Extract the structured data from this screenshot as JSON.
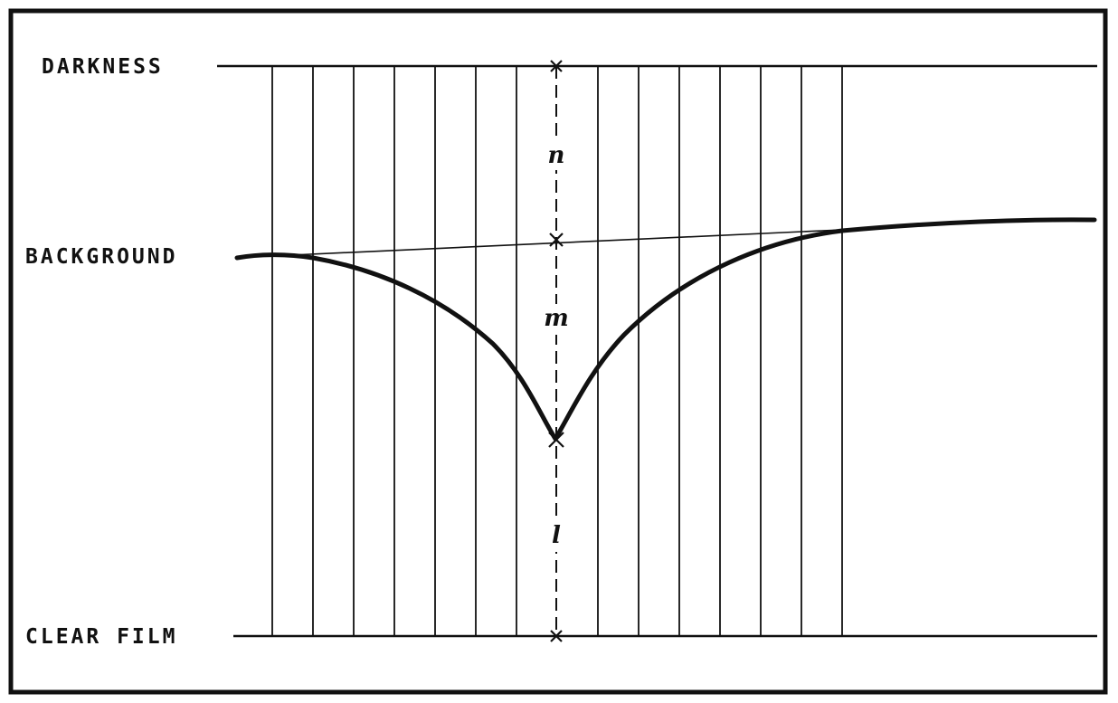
{
  "labels": {
    "darkness": "DARKNESS",
    "background": "BACKGROUND",
    "clear_film": "CLEAR FILM"
  },
  "variables": {
    "n": "n",
    "m": "m",
    "l": "l"
  },
  "colors": {
    "ink": "#111111",
    "paper": "#ffffff"
  }
}
